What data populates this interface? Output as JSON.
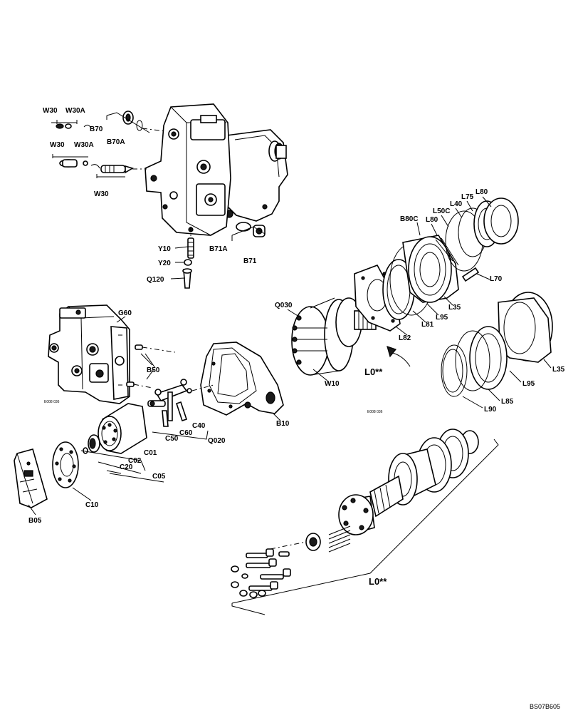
{
  "labels": {
    "w30_a": "W30",
    "w30a_a": "W30A",
    "w30_b": "W30",
    "w30a_b": "W30A",
    "w30_c": "W30",
    "b70": "B70",
    "b70a": "B70A",
    "b71a": "B71A",
    "b71": "B71",
    "y10": "Y10",
    "y20": "Y20",
    "q120": "Q120",
    "g60": "G60",
    "b50": "B50",
    "c01": "C01",
    "c02": "C02",
    "c05": "C05",
    "c10": "C10",
    "c20": "C20",
    "c40": "C40",
    "c50": "C50",
    "c60": "C60",
    "q020": "Q020",
    "b05": "B05",
    "b10": "B10",
    "q030": "Q030",
    "w10": "W10",
    "l0_upper": "L0**",
    "l0_lower": "L0**",
    "l82": "L82",
    "l81": "L81",
    "l95_a": "L95",
    "l35_a": "L35",
    "b80c": "B80C",
    "l80_a": "L80",
    "l50c": "L50C",
    "l40": "L40",
    "l75": "L75",
    "l80_b": "L80",
    "l70": "L70",
    "l35_b": "L35",
    "l95_b": "L95",
    "l85": "L85",
    "l90": "L90"
  },
  "figure_refs": {
    "left_ref": "E008 036",
    "right_ref": "E008 036",
    "drawing_id": "BS07B605"
  }
}
